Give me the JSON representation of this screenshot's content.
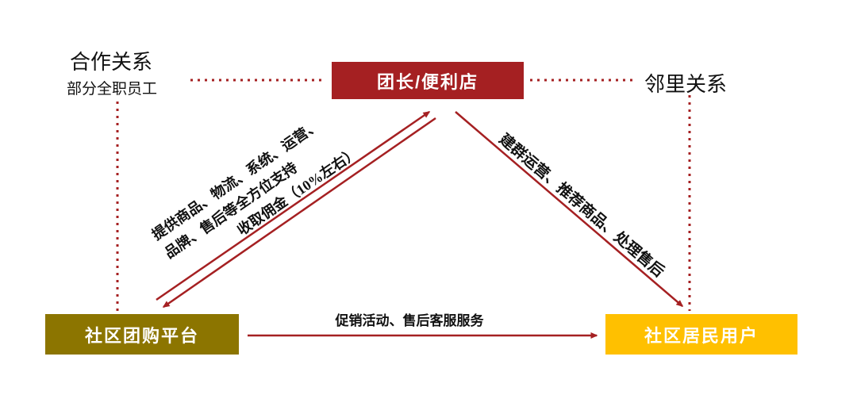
{
  "diagram": {
    "nodes": {
      "leader": {
        "label": "团长/便利店",
        "bg": "#A52022",
        "text_color": "#FFFFFF"
      },
      "platform": {
        "label": "社区团购平台",
        "bg": "#8C7500",
        "text_color": "#FFFFFF"
      },
      "residents": {
        "label": "社区居民用户",
        "bg": "#FFC000",
        "text_color": "#FFFFFF"
      }
    },
    "side_labels": {
      "cooperation": "合作关系",
      "cooperation_sub": "部分全职员工",
      "neighborhood": "邻里关系"
    },
    "edges": {
      "platform_leader_support_line1": "提供商品、物流、系统、运营、",
      "platform_leader_support_line2": "品牌、售后等全方位支持",
      "leader_platform_commission": "收取佣金（10%左右）",
      "leader_residents": "建群运营、推荐商品、处理售后",
      "platform_residents": "促销活动、售后客服服务"
    },
    "colors": {
      "arrow": "#A52022",
      "dotted_line": "#A52022"
    }
  }
}
